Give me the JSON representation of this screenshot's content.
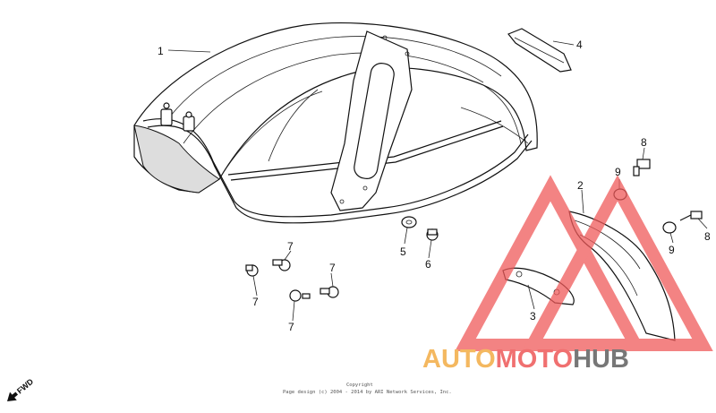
{
  "callouts": [
    {
      "id": "1",
      "text": "1"
    },
    {
      "id": "2",
      "text": "2"
    },
    {
      "id": "3",
      "text": "3"
    },
    {
      "id": "4",
      "text": "4"
    },
    {
      "id": "5",
      "text": "5"
    },
    {
      "id": "6",
      "text": "6"
    },
    {
      "id": "7a",
      "text": "7"
    },
    {
      "id": "7b",
      "text": "7"
    },
    {
      "id": "7c",
      "text": "7"
    },
    {
      "id": "7d",
      "text": "7"
    },
    {
      "id": "8a",
      "text": "8"
    },
    {
      "id": "8b",
      "text": "8"
    },
    {
      "id": "9a",
      "text": "9"
    },
    {
      "id": "9b",
      "text": "9"
    }
  ],
  "watermark": {
    "part1": "AUTO",
    "part2": "MOTO",
    "part3": "HUB",
    "colors": {
      "auto": "#f4b860",
      "moto": "#f07070",
      "hub": "#777777",
      "logo": "#ef5a5a"
    }
  },
  "fwd_label": "FWD",
  "copyright": {
    "line1": "Copyright",
    "line2": "Page design (c) 2004 - 2014 by ARI Network Services, Inc."
  }
}
